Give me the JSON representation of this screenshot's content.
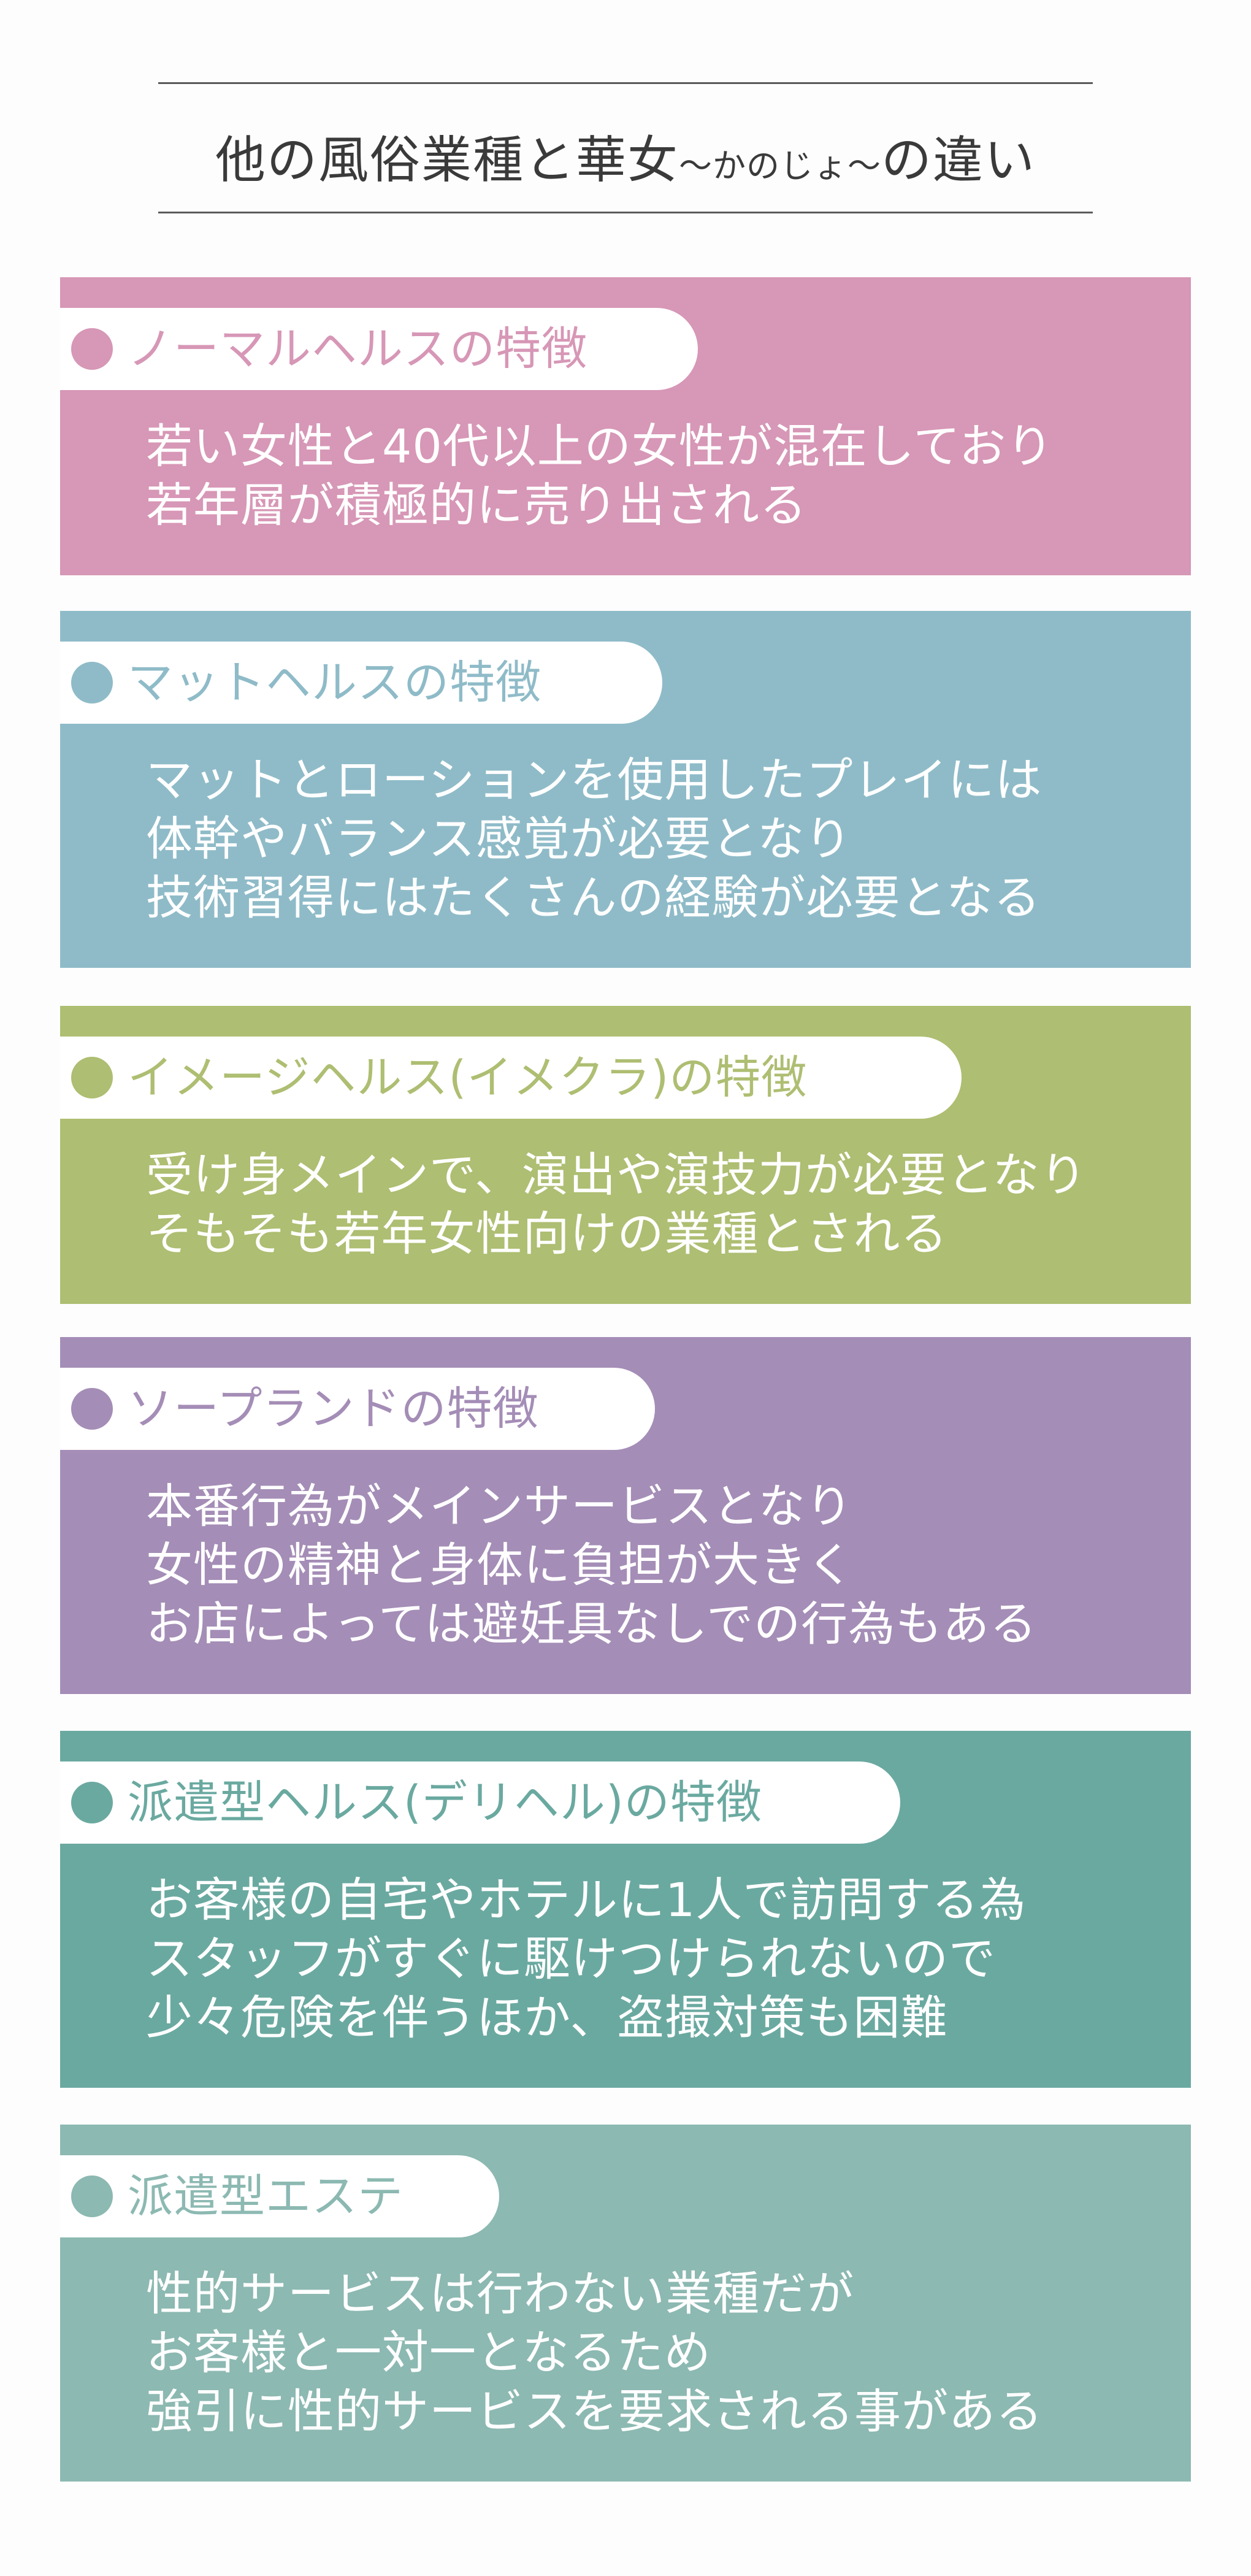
{
  "header": {
    "title_main": "他の風俗業種と華女",
    "title_kana": "〜かのじょ〜",
    "title_end": "の違い"
  },
  "colors": {
    "normal_health": "#d797b6",
    "mat_health": "#8fbbc8",
    "image_health": "#aebe72",
    "soapland": "#a48db6",
    "delivery_health": "#6aa9a0",
    "delivery_esthe": "#8cb9b2"
  },
  "cards": [
    {
      "title": "ノーマルヘルスの特徴",
      "lines": [
        "若い女性と40代以上の女性が混在しており",
        "若年層が積極的に売り出される"
      ]
    },
    {
      "title": "マットヘルスの特徴",
      "lines": [
        "マットとローションを使用したプレイには",
        "体幹やバランス感覚が必要となり",
        "技術習得にはたくさんの経験が必要となる"
      ]
    },
    {
      "title": "イメージヘルス(イメクラ)の特徴",
      "lines": [
        "受け身メインで、演出や演技力が必要となり",
        "そもそも若年女性向けの業種とされる"
      ]
    },
    {
      "title": "ソープランドの特徴",
      "lines": [
        "本番行為がメインサービスとなり",
        "女性の精神と身体に負担が大きく",
        "お店によっては避妊具なしでの行為もある"
      ]
    },
    {
      "title": "派遣型ヘルス(デリヘル)の特徴",
      "lines": [
        "お客様の自宅やホテルに1人で訪問する為",
        "スタッフがすぐに駆けつけられないので",
        "少々危険を伴うほか、盗撮対策も困難"
      ]
    },
    {
      "title": "派遣型エステ",
      "lines": [
        "性的サービスは行わない業種だが",
        "お客様と一対一となるため",
        "強引に性的サービスを要求される事がある"
      ]
    }
  ]
}
